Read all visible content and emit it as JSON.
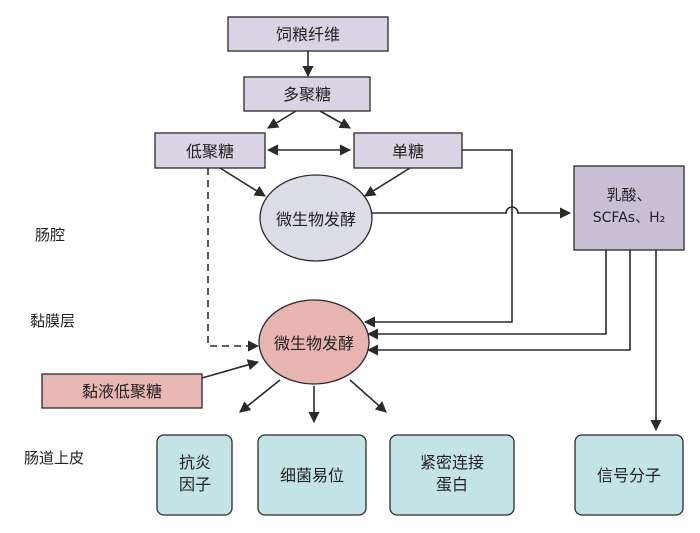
{
  "zones": {
    "lumen": "肠腔",
    "mucus": "黏膜层",
    "epithelium": "肠道上皮"
  },
  "nodes": {
    "fiber": "饲粮纤维",
    "polysaccharide": "多聚糖",
    "oligosaccharide": "低聚糖",
    "monosaccharide": "单糖",
    "fermentation_lumen": "微生物发酵",
    "products": [
      "乳酸、",
      "SCFAs、H₂"
    ],
    "fermentation_mucus": "微生物发酵",
    "mucin_oligo": "黏液低聚糖",
    "anti_inflammatory": [
      "抗炎",
      "因子"
    ],
    "translocation": "细菌易位",
    "tight_junction": [
      "紧密连接",
      "蛋白"
    ],
    "signal": "信号分子"
  },
  "colors": {
    "box_purple": "#d9d3e3",
    "box_products": "#c9c0d6",
    "ellipse_gray": "#dcdce6",
    "ellipse_pink": "#e8b4b0",
    "box_pink": "#e9b8b5",
    "box_teal": "#c3e3e7",
    "stroke": "#2a2a2a"
  }
}
